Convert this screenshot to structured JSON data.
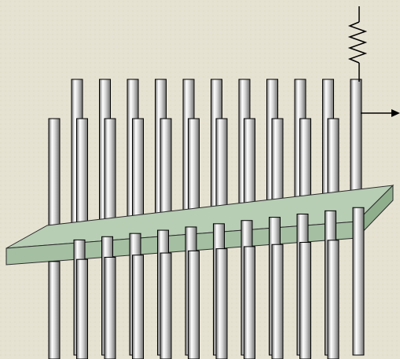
{
  "diagram": {
    "background_color": "#e6e2d2",
    "rod_fill_light": "#ffffff",
    "rod_fill_mid": "#bdbdbd",
    "rod_fill_dark": "#6e6e6e",
    "rod_outline": "#000000",
    "plate_top_color": "#b7cdb4",
    "plate_front_color": "#a5bfa2",
    "plate_side_color": "#8fae8c",
    "plate_outline": "#2b2b2b",
    "wire_color": "#000000",
    "components": [
      "rod-array",
      "substrate-plate",
      "resistor",
      "output-arrow"
    ]
  }
}
